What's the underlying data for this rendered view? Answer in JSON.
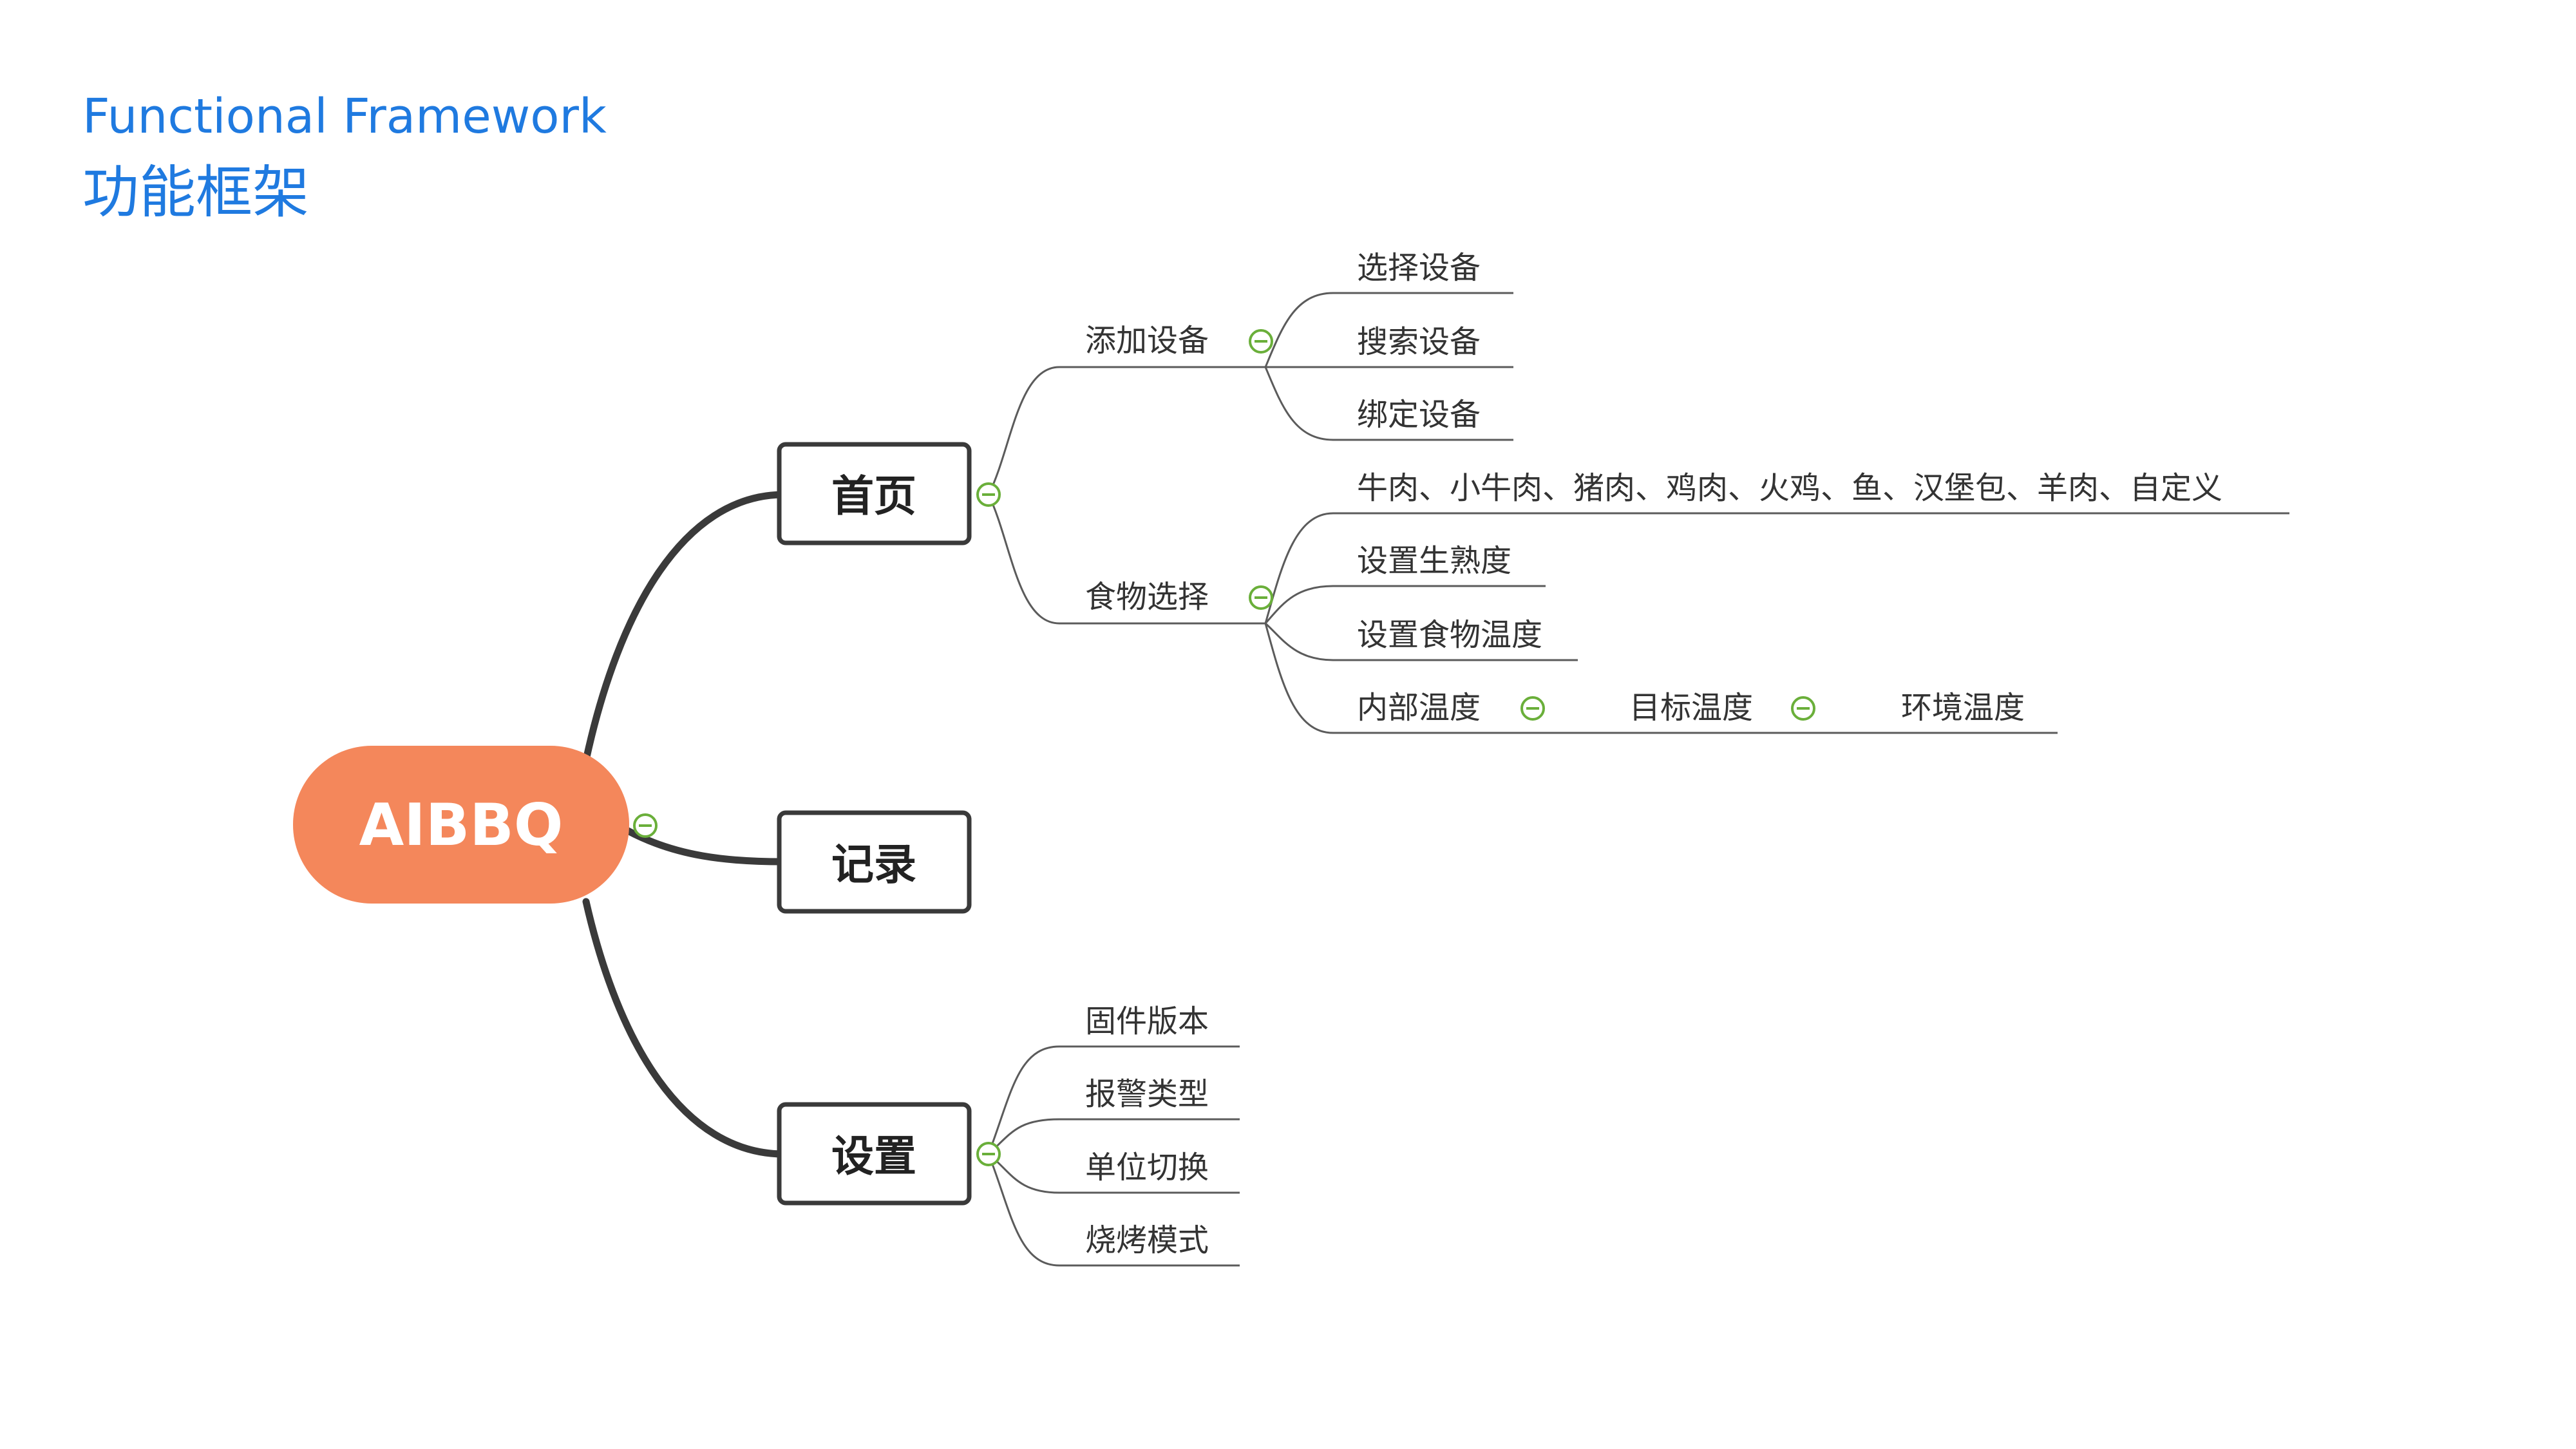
{
  "header": {
    "title_en": "Functional Framework",
    "title_zh": "功能框架"
  },
  "colors": {
    "heading": "#1f7ae0",
    "root_fill": "#f4875b",
    "collapse_icon": "#6aaf3a",
    "connector": "#3a3a3a"
  },
  "mindmap": {
    "root": "AIBBQ",
    "branches": [
      {
        "label": "首页",
        "children": [
          {
            "label": "添加设备",
            "children": [
              "选择设备",
              "搜索设备",
              "绑定设备"
            ]
          },
          {
            "label": "食物选择",
            "children": [
              "牛肉、小牛肉、猪肉、鸡肉、火鸡、鱼、汉堡包、羊肉、自定义",
              "设置生熟度",
              "设置食物温度",
              "内部温度"
            ],
            "chain": [
              "目标温度",
              "环境温度"
            ]
          }
        ]
      },
      {
        "label": "记录",
        "children": []
      },
      {
        "label": "设置",
        "children": [
          "固件版本",
          "报警类型",
          "单位切换",
          "烧烤模式"
        ]
      }
    ]
  }
}
